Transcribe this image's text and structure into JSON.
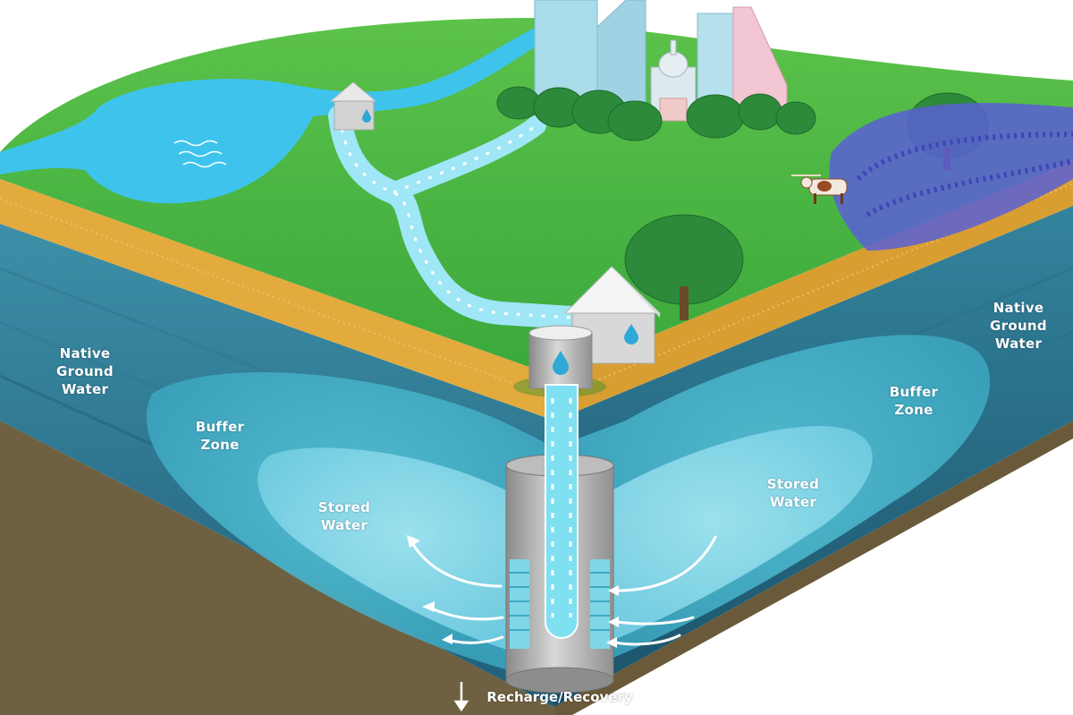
{
  "labels": {
    "native_left": [
      "Native",
      "Ground",
      "Water"
    ],
    "native_right": [
      "Native",
      "Ground",
      "Water"
    ],
    "buffer_left": [
      "Buffer",
      "Zone"
    ],
    "buffer_right": [
      "Buffer",
      "Zone"
    ],
    "stored_left": [
      "Stored",
      "Water"
    ],
    "stored_right": [
      "Stored",
      "Water"
    ],
    "recharge": "Recharge/Recovery"
  },
  "colors": {
    "grass": "#44b544",
    "grass_dark": "#2f9a34",
    "sand": "#e0a838",
    "soil_front": "#2e7a96",
    "soil_side": "#22667f",
    "bedrock": "#7a6a4a",
    "buffer_zone": "#3fb0c8",
    "stored_water": "#7fd6e6",
    "river": "#44c8ee",
    "well": "#a8a8a8",
    "tree": "#2c8a3a",
    "city": "#a9dbe8",
    "bluebonnets": "#5a5fd6"
  }
}
